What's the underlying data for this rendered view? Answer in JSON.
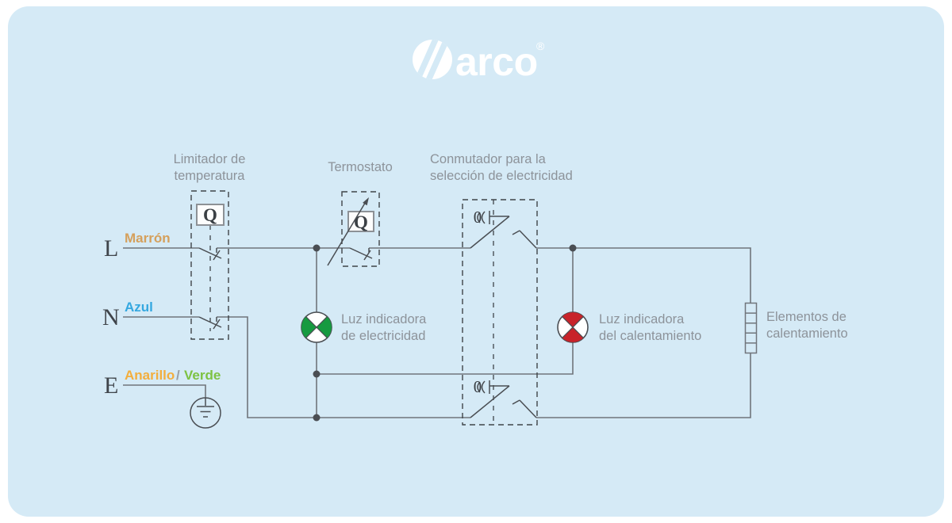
{
  "brand": {
    "name": "arco",
    "registered": "®"
  },
  "colors": {
    "panel_bg": "#d5eaf6",
    "wire": "#70757b",
    "symbol_dark": "#4a4e53",
    "label_gray": "#8d939a",
    "green_lamp": "#169a40",
    "red_lamp": "#c8232a",
    "marron": "#d5a05c",
    "azul": "#35a8e0",
    "anarillo": "#f3ae3d",
    "verde": "#7dc242"
  },
  "components": {
    "temperature_limiter": {
      "label_line1": "Limitador de",
      "label_line2": "temperatura",
      "symbol": "Q"
    },
    "thermostat": {
      "label": "Termostato",
      "symbol": "Q"
    },
    "selector_switch": {
      "label_line1": "Conmutador para la",
      "label_line2": "selección de electricidad",
      "position_symbol": "0"
    },
    "electricity_indicator": {
      "label_line1": "Luz indicadora",
      "label_line2": "de electricidad"
    },
    "heating_indicator": {
      "label_line1": "Luz indicadora",
      "label_line2": "del calentamiento"
    },
    "heating_elements": {
      "label_line1": "Elementos de",
      "label_line2": "calentamiento"
    }
  },
  "wires": {
    "line": {
      "terminal": "L",
      "color_name": "Marrón"
    },
    "neutral": {
      "terminal": "N",
      "color_name": "Azul"
    },
    "earth": {
      "terminal": "E",
      "color_name_1": "Anarillo",
      "separator": "/",
      "color_name_2": "Verde"
    }
  }
}
